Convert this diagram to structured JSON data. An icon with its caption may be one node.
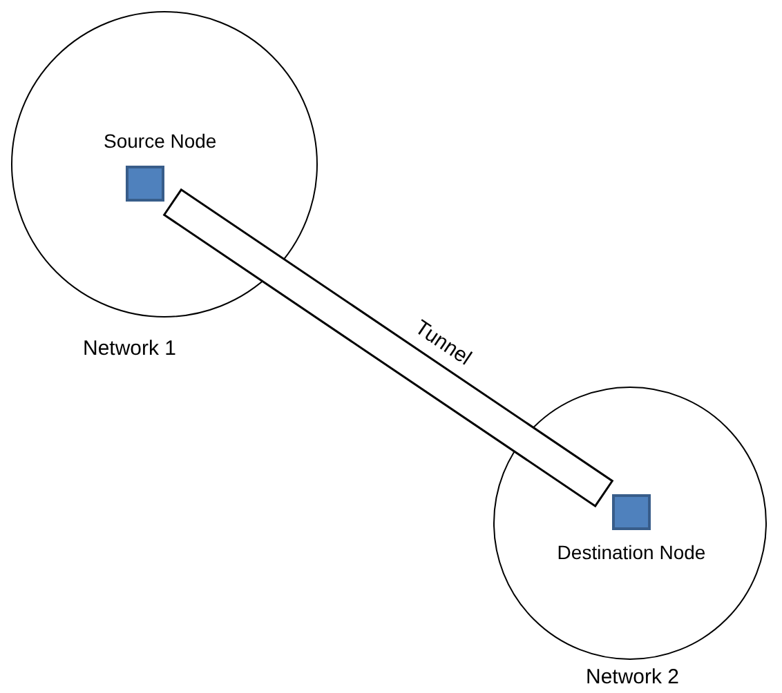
{
  "diagram": {
    "nodes": [
      {
        "text": [
          "Network 1"
        ]
      },
      {
        "text": [
          "Source Node"
        ],
        "in": 0
      },
      {
        "text": [
          "Network 2"
        ]
      },
      {
        "text": [
          "Destination Node"
        ],
        "in": 2
      }
    ],
    "edges": [
      {
        "from": 1,
        "to": 3,
        "arrow": "none",
        "style": "thick",
        "label": "Tunnel"
      }
    ]
  }
}
